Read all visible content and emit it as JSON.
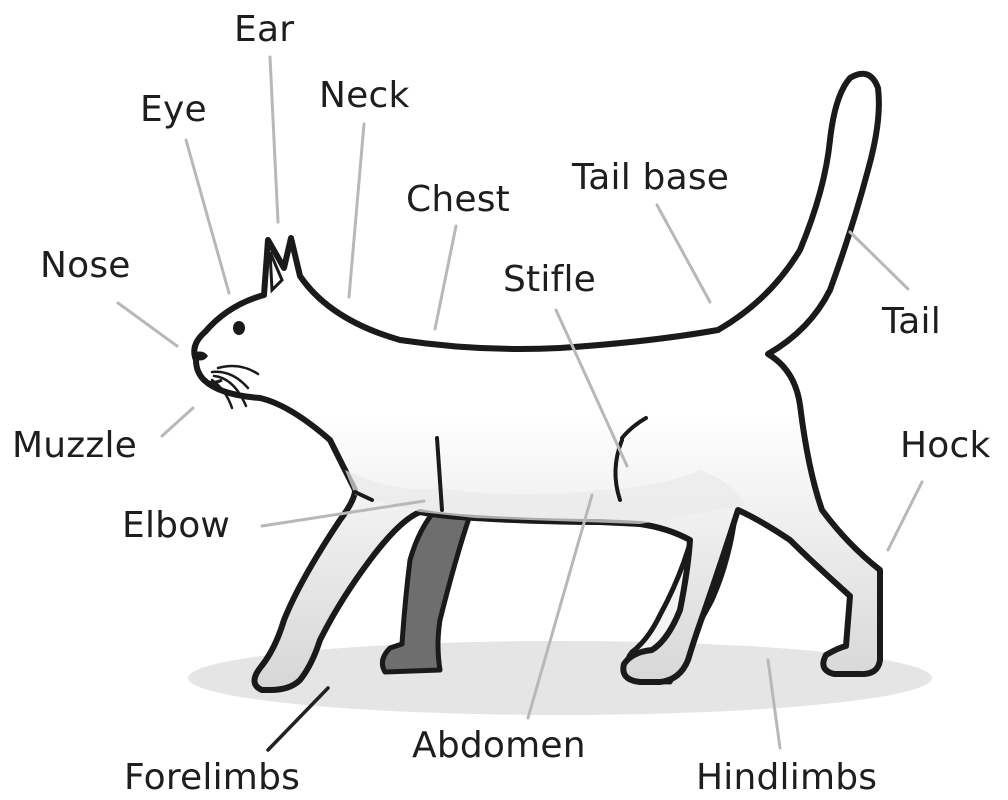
{
  "labels": {
    "ear": "Ear",
    "neck": "Neck",
    "eye": "Eye",
    "tail_base": "Tail base",
    "chest": "Chest",
    "nose": "Nose",
    "stifle": "Stifle",
    "tail": "Tail",
    "muzzle": "Muzzle",
    "hock": "Hock",
    "elbow": "Elbow",
    "abdomen": "Abdomen",
    "forelimbs": "Forelimbs",
    "hindlimbs": "Hindlimbs"
  },
  "colors": {
    "outline": "#1a1a1a",
    "leader_gray": "#b8b8b8",
    "leader_dark": "#222222",
    "body_fill": "#ffffff",
    "shade": "#dcdcdc",
    "far_leg": "#6e6e6e",
    "shadow": "#e6e6e6",
    "text": "#1e1e1e"
  }
}
